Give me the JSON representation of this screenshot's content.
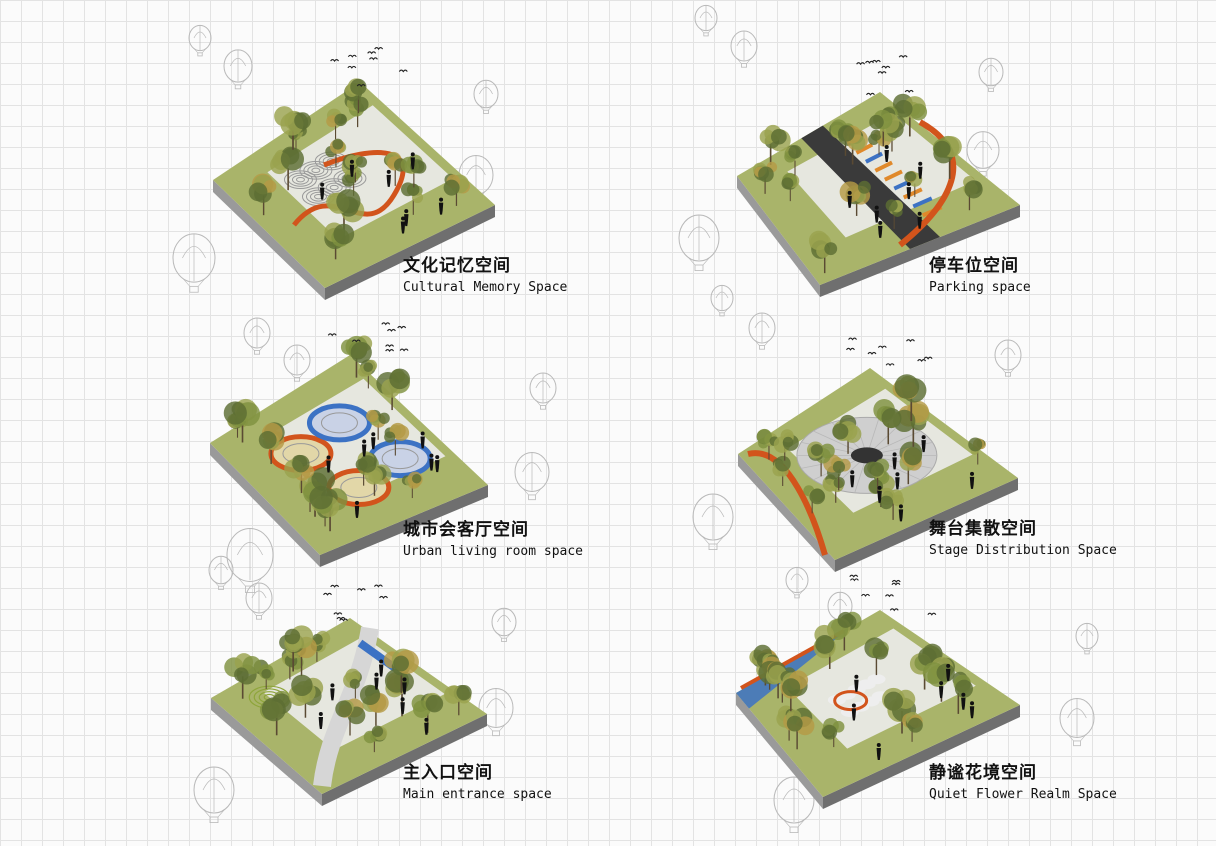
{
  "panels": [
    {
      "id": "cultural-memory",
      "title_zh": "文化记忆空间",
      "title_en": "Cultural Memory Space",
      "theme": "swirl"
    },
    {
      "id": "parking",
      "title_zh": "停车位空间",
      "title_en": "Parking space",
      "theme": "parking"
    },
    {
      "id": "urban-living-room",
      "title_zh": "城市会客厅空间",
      "title_en": "Urban living room space",
      "theme": "rings"
    },
    {
      "id": "stage-distribution",
      "title_zh": "舞台集散空间",
      "title_en": "Stage Distribution Space",
      "theme": "stage"
    },
    {
      "id": "main-entrance",
      "title_zh": "主入口空间",
      "title_en": "Main entrance space",
      "theme": "entrance"
    },
    {
      "id": "quiet-flower-realm",
      "title_zh": "静谧花境空间",
      "title_en": "Quiet Flower Realm Space",
      "theme": "flower"
    }
  ],
  "colors": {
    "grass": "#a9b46a",
    "grass_dark": "#8f9b52",
    "plaza": "#d7d7d7",
    "plaza_light": "#ececec",
    "slab_side": "#9a9a9a",
    "slab_side_dark": "#6f6f6f",
    "path_orange": "#d2541c",
    "tree_green": "#7f9140",
    "tree_olive": "#9aa24e",
    "tree_gold": "#b59a45",
    "tree_dark": "#5d6e33",
    "blue": "#3c72c4",
    "people": "#111111",
    "balloon_stroke": "#b9b9b9"
  },
  "icons": {
    "balloon": "hot-air-balloon-icon",
    "bird": "bird-icon",
    "person": "person-icon",
    "tree": "tree-icon"
  }
}
